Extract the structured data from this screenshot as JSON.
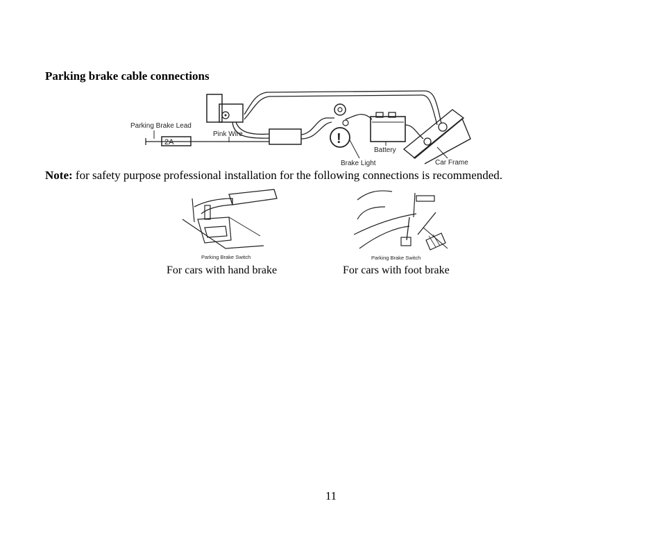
{
  "heading": "Parking brake cable connections",
  "diagram_labels": {
    "parking_brake_lead": "Parking Brake Lead",
    "fuse": "2A",
    "pink_wire": "Pink Wire",
    "battery": "Battery",
    "brake_light": "Brake Light",
    "car_frame": "Car Frame"
  },
  "note": {
    "label": "Note:",
    "text": " for safety purpose professional installation for the following connections is recommended."
  },
  "hand_brake": {
    "switch_label": "Parking Brake Switch",
    "caption": "For cars with hand brake"
  },
  "foot_brake": {
    "switch_label": "Parking Brake Switch",
    "caption": "For cars with foot brake"
  },
  "page_number": "11"
}
